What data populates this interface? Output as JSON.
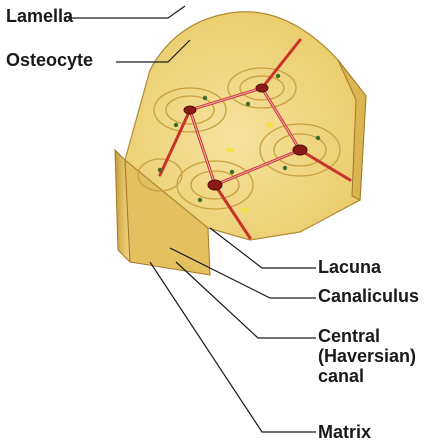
{
  "labels": {
    "lamella": "Lamella",
    "osteocyte": "Osteocyte",
    "lacuna": "Lacuna",
    "canaliculus": "Canaliculus",
    "central_line1": "Central",
    "central_line2": "(Haversian)",
    "central_line3": "canal",
    "matrix": "Matrix"
  },
  "colors": {
    "bone_light": "#f3d98a",
    "bone_mid": "#e8c25a",
    "bone_dark": "#c99a35",
    "canal_red": "#c8322a",
    "vessel_pink": "#e8a0a8",
    "side_wall": "#d9b45a",
    "leader_line": "#1a1a1a"
  }
}
